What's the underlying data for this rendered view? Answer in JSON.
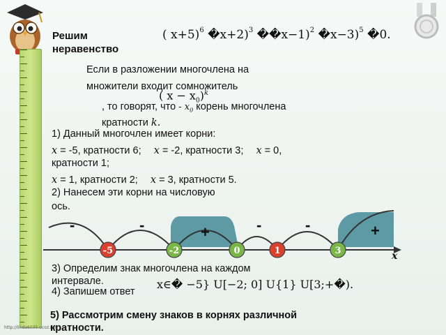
{
  "title": "Решим неравенство",
  "inequality": {
    "f1": "( x+5)",
    "e1": "6",
    "f2": "�x+2)",
    "e2": "3",
    "f3": "��x−1)",
    "e3": "2",
    "f4": "�x−3)",
    "e4": "5",
    "tail": "�0."
  },
  "definition": {
    "line1": "Если в разложении многочлена на",
    "line2": "множители входит сомножитель",
    "factor": "( x − x",
    "factor_sub": "0",
    "factor_close": ")",
    "factor_exp": "k",
    "line3a": ", то говорят, что",
    "line3_root": "- x",
    "line3_root_sub": "0",
    "line3b": "корень многочлена",
    "line4": "кратности",
    "line4_k": "k."
  },
  "step1": {
    "heading": "1)   Данный многочлен имеет корни:",
    "row1": [
      {
        "var": "x",
        "text": " = -5, кратности 6;"
      },
      {
        "var": "x",
        "text": " = -2, кратности 3;"
      },
      {
        "var": "x",
        "text": " = 0,"
      }
    ],
    "row1_cont": "кратности 1;",
    "row2": [
      {
        "var": "x",
        "text": " = 1, кратности 2;"
      },
      {
        "var": "x",
        "text": " = 3,  кратности 5."
      }
    ]
  },
  "step2": {
    "line1": "2)   Нанесем эти корни на числовую",
    "line2": "ось."
  },
  "number_line": {
    "axis_label": "x",
    "points": [
      "-5",
      "-2",
      "0",
      "1",
      "3"
    ],
    "signs": [
      "-",
      "-",
      "+",
      "-",
      "-",
      "+"
    ]
  },
  "step3": {
    "line1": "3)  Определим знак многочлена на каждом",
    "line2": "интервале."
  },
  "step4": {
    "prefix": "4) Запишем ответ",
    "answer": "x∈� −5} U[−2; 0] U{1} U[3;+�)."
  },
  "step5": {
    "line1": "5) Рассмотрим смену знаков в корнях различной",
    "line2": "кратности."
  },
  "credit": "http://linda6035.ucoz.ru/",
  "colors": {
    "region_fill": "#5e9aa3",
    "point_red": "#d9402e",
    "point_green": "#7ab648",
    "accent_teal": "#3f7f86"
  }
}
